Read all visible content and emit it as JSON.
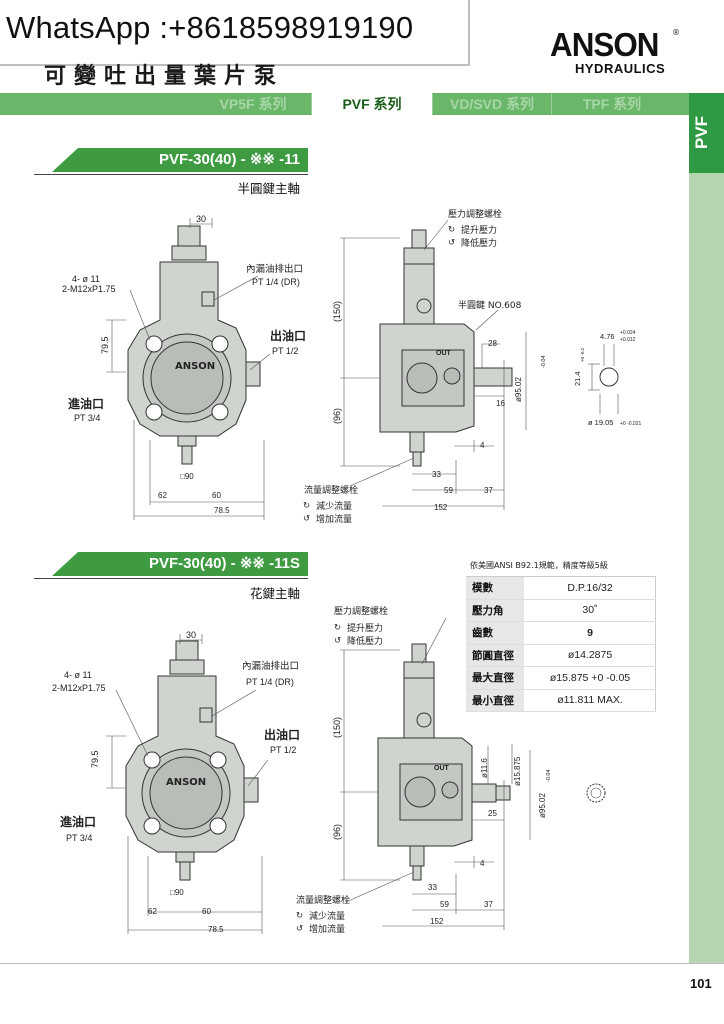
{
  "watermark": "WhatsApp :+8618598919190",
  "page_title": "可變吐出量葉片泵",
  "logo": {
    "brand": "ANSON",
    "sub": "HYDRAULICS",
    "reg": "®"
  },
  "nav": {
    "tabs": [
      "VP5F 系列",
      "PVF 系列",
      "VD/SVD 系列",
      "TPF 系列"
    ],
    "active": "PVF 系列"
  },
  "side_tab": "PVF",
  "sections": [
    {
      "title": "PVF-30(40) - ※※ -11",
      "subtitle": "半圓鍵主軸",
      "labels": {
        "dim_30": "30",
        "holes": "4- ø 11",
        "thread": "2-M12xP1.75",
        "drain": "內漏油排出口",
        "drain_spec": "PT 1/4 (DR)",
        "outlet": "出油口",
        "outlet_spec": "PT 1/2",
        "inlet": "進油口",
        "inlet_spec": "PT 3/4",
        "dim_795": "79.5",
        "sq90": "□90",
        "d62": "62",
        "d60": "60",
        "d785": "78.5",
        "body_logo": "ANSON",
        "pressure_screw": "壓力調整螺栓",
        "pressure_up": "提升壓力",
        "pressure_down": "降低壓力",
        "d150": "(150)",
        "d96": "(96)",
        "out": "OUT",
        "key": "半圓鍵 NO.608",
        "d28": "28",
        "d16": "16",
        "shaft_d": "ø95.02",
        "shaft_tol": "-0.04",
        "d4": "4",
        "d33": "33",
        "d59": "59",
        "d37": "37",
        "d152": "152",
        "flow_screw": "流量調整螺栓",
        "flow_down": "減少流量",
        "flow_up": "增加流量",
        "key_w": "4.76",
        "key_w_tol1": "+0.024",
        "key_w_tol2": "+0.012",
        "key_h": "21.4",
        "key_h_tol": "+0 -0.2",
        "shaft_dia": "ø 19.05",
        "shaft_dia_tol": "+0 -0.021"
      }
    },
    {
      "title": "PVF-30(40) - ※※ -11S",
      "subtitle": "花鍵主軸",
      "labels": {
        "dim_30": "30",
        "holes": "4- ø 11",
        "thread": "2-M12xP1.75",
        "drain": "內漏油排出口",
        "drain_spec": "PT 1/4 (DR)",
        "outlet": "出油口",
        "outlet_spec": "PT 1/2",
        "inlet": "進油口",
        "inlet_spec": "PT 3/4",
        "dim_795": "79.5",
        "sq90": "□90",
        "d62": "62",
        "d60": "60",
        "d785": "78.5",
        "body_logo": "ANSON",
        "pressure_screw": "壓力調整螺栓",
        "pressure_up": "提升壓力",
        "pressure_down": "降低壓力",
        "d150": "(150)",
        "d96": "(96)",
        "out": "OUT",
        "d116": "ø11.6",
        "d15875": "ø15.875",
        "d25": "25",
        "shaft_d": "ø95.02",
        "shaft_tol": "-0.04",
        "d4": "4",
        "d33": "33",
        "d59": "59",
        "d37": "37",
        "d152": "152",
        "flow_screw": "流量調整螺栓",
        "flow_down": "減少流量",
        "flow_up": "增加流量"
      }
    }
  ],
  "spec_table": {
    "caption": "依美國ANSI B92.1規範，精度等級5級",
    "rows": [
      {
        "k": "模數",
        "v": "D.P.16/32"
      },
      {
        "k": "壓力角",
        "v": "30˚"
      },
      {
        "k": "齒數",
        "v": "9"
      },
      {
        "k": "節圓直徑",
        "v": "ø14.2875"
      },
      {
        "k": "最大直徑",
        "v": "ø15.875 +0 -0.05"
      },
      {
        "k": "最小直徑",
        "v": "ø11.811 MAX."
      }
    ]
  },
  "page_number": "101"
}
